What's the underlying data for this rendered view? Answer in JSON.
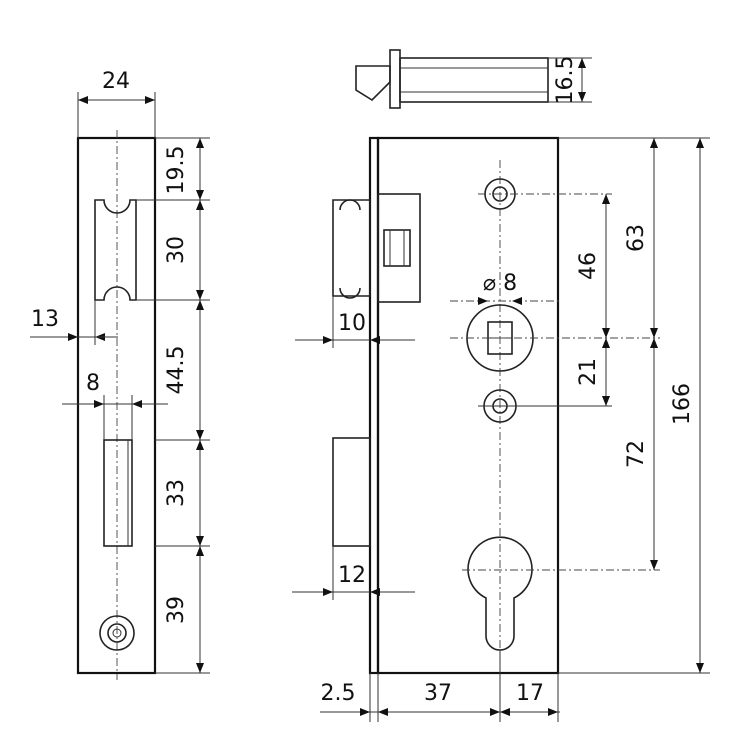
{
  "dimensions": {
    "strike_width": "24",
    "strike_top": "19.5",
    "strike_latch_opening": "30",
    "strike_middle": "44.5",
    "strike_bolt_opening": "33",
    "strike_bottom": "39",
    "strike_offset": "13",
    "strike_slot_width": "8",
    "bolt_height": "16.5",
    "handle_to_top_screw": "46",
    "handle_to_top": "63",
    "handle_to_bottom_screw": "21",
    "handle_to_cylinder": "72",
    "case_height": "166",
    "spindle_square": "⌀ 8",
    "latch_projection": "10",
    "deadbolt_projection": "12",
    "faceplate_thickness": "2.5",
    "backset": "37",
    "case_rear": "17"
  }
}
